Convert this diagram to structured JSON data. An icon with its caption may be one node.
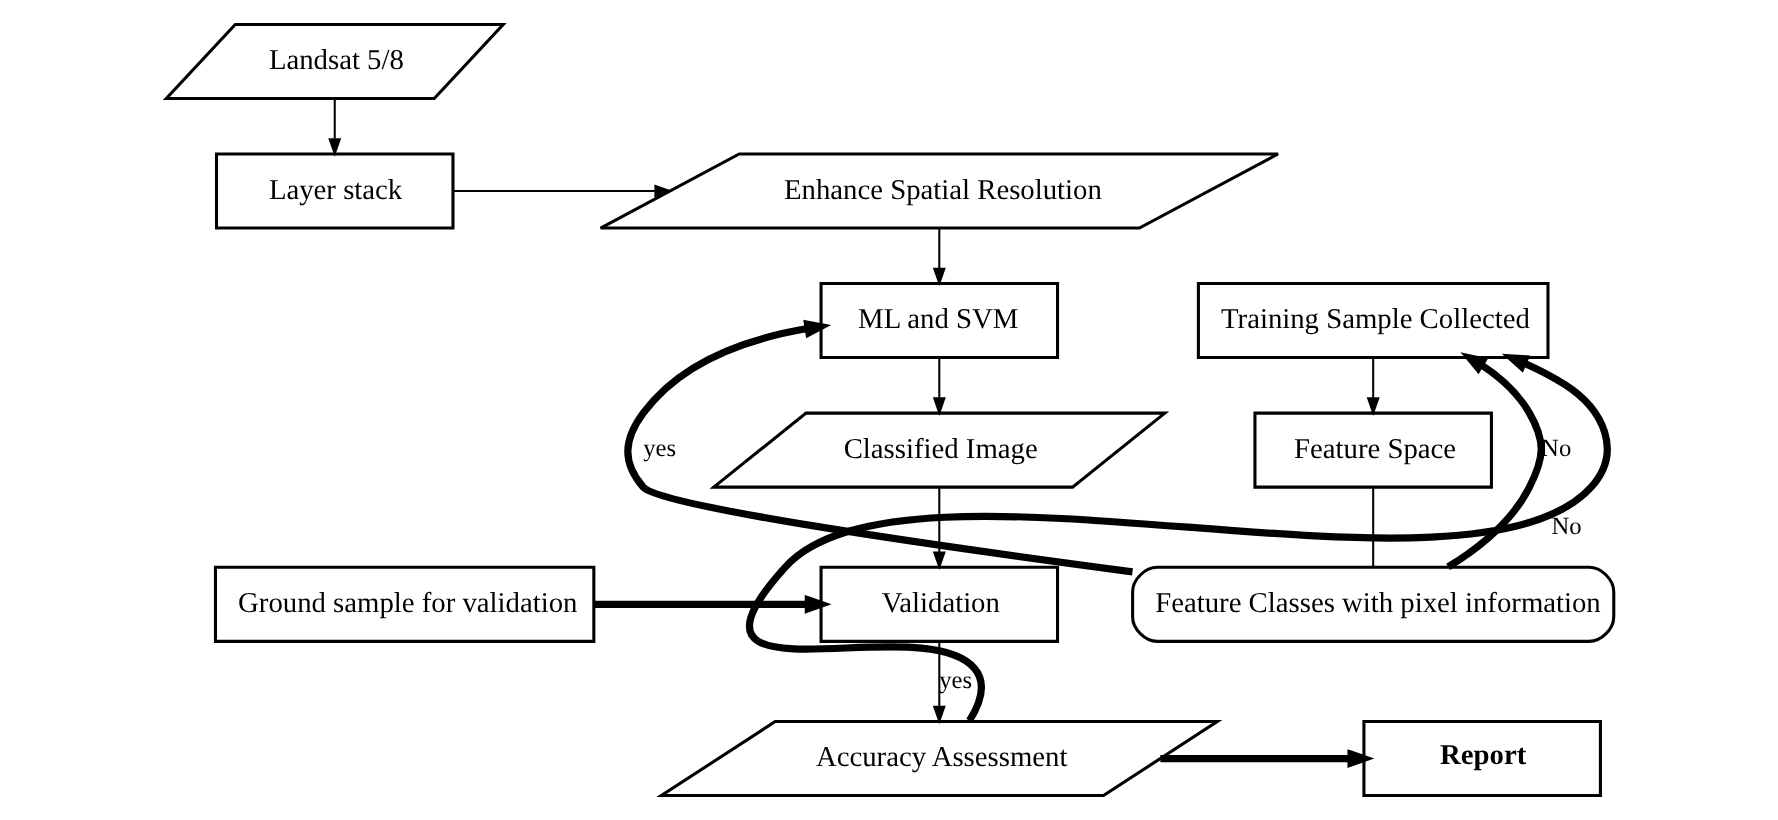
{
  "diagram": {
    "nodes": [
      {
        "text": [
          "Landsat 5/8"
        ]
      },
      {
        "text": [
          "Layer stack"
        ]
      },
      {
        "text": [
          "Enhance Spatial Resolution"
        ]
      },
      {
        "text": [
          "Training Sample Collected"
        ]
      },
      {
        "text": [
          "ML and SVM"
        ]
      },
      {
        "text": [
          "Feature Space"
        ]
      },
      {
        "text": [
          "Classified Image"
        ]
      },
      {
        "text": [
          "Feature Classes with pixel information"
        ]
      },
      {
        "text": [
          "Validation"
        ]
      },
      {
        "text": [
          "Ground sample for validation"
        ]
      },
      {
        "text": [
          "Accuracy Assessment"
        ]
      },
      {
        "text": [
          "Report"
        ]
      }
    ],
    "edges": [
      {
        "from": 0,
        "to": 1,
        "arrow": "to"
      },
      {
        "from": 1,
        "to": 2,
        "arrow": "to"
      },
      {
        "from": 2,
        "to": 4,
        "arrow": "to"
      },
      {
        "from": 3,
        "to": 5,
        "arrow": "to"
      },
      {
        "from": 5,
        "to": 7,
        "arrow": "none"
      },
      {
        "from": 7,
        "to": 3,
        "arrow": "to",
        "label": "No",
        "style": "thick"
      },
      {
        "from": 7,
        "to": 4,
        "arrow": "to",
        "label": "yes",
        "style": "thick"
      },
      {
        "from": 4,
        "to": 6,
        "arrow": "to"
      },
      {
        "from": 6,
        "to": 8,
        "arrow": "to"
      },
      {
        "from": 9,
        "to": 8,
        "arrow": "to",
        "style": "thick"
      },
      {
        "from": 8,
        "to": 10,
        "arrow": "to",
        "label": "yes"
      },
      {
        "from": 10,
        "to": 11,
        "arrow": "to",
        "style": "thick"
      },
      {
        "from": 10,
        "to": 3,
        "arrow": "to",
        "label": "No",
        "style": "thick"
      }
    ]
  }
}
